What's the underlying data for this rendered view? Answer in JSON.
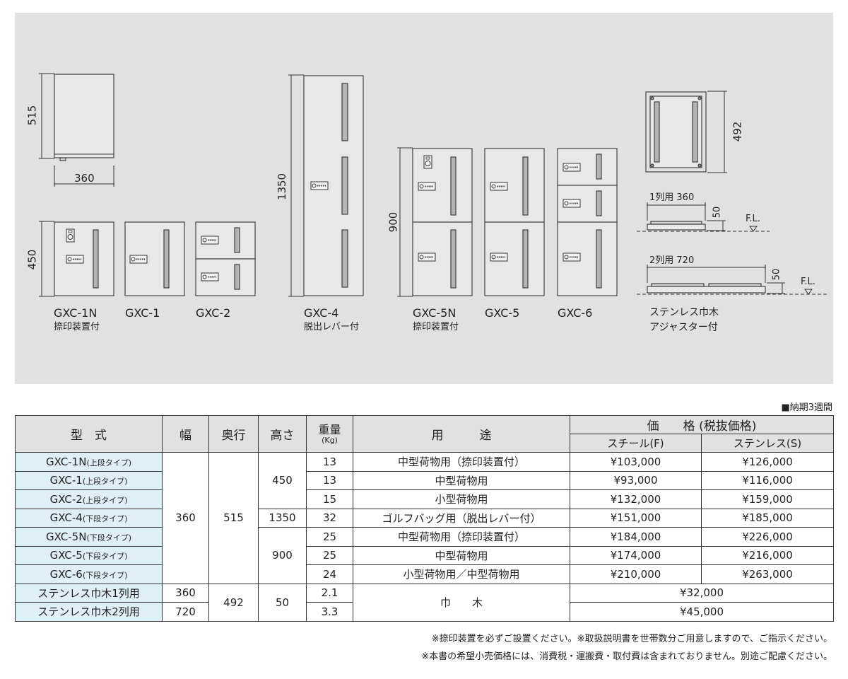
{
  "figure": {
    "units": [
      {
        "model": "GXC-1N",
        "note": "捺印装置付"
      },
      {
        "model": "GXC-1",
        "note": ""
      },
      {
        "model": "GXC-2",
        "note": ""
      },
      {
        "model": "GXC-4",
        "note": "脱出レバー付"
      },
      {
        "model": "GXC-5N",
        "note": "捺印装置付"
      },
      {
        "model": "GXC-5",
        "note": ""
      },
      {
        "model": "GXC-6",
        "note": ""
      }
    ],
    "baseboard": {
      "line1": "ステンレス巾木",
      "line2": "アジャスター付"
    },
    "dims": {
      "side_height": "515",
      "side_width": "360",
      "upper_height": "450",
      "tall_height": "1350",
      "lower_height": "900",
      "base_depth": "492",
      "base_1row": "1列用 360",
      "base_2row": "2列用 720",
      "base_h1": "50",
      "base_h2": "50",
      "fl": "F.L."
    }
  },
  "lead_time": "■納期3週間",
  "table": {
    "headers": {
      "model": "型　式",
      "width": "幅",
      "depth": "奥行",
      "height": "高さ",
      "weight": "重量",
      "weight_unit": "(Kg)",
      "use": "用　　　途",
      "price": "価　　格 (税抜価格)",
      "steel": "スチール(F)",
      "stainless": "ステンレス(S)"
    },
    "rows": [
      {
        "model": "GXC-1N",
        "type": "(上段タイプ)",
        "weight": "13",
        "use": "中型荷物用（捺印装置付）",
        "steel": "¥103,000",
        "stainless": "¥126,000"
      },
      {
        "model": "GXC-1",
        "type": "(上段タイプ)",
        "weight": "13",
        "use": "中型荷物用",
        "steel": "¥93,000",
        "stainless": "¥116,000"
      },
      {
        "model": "GXC-2",
        "type": "(上段タイプ)",
        "weight": "15",
        "use": "小型荷物用",
        "steel": "¥132,000",
        "stainless": "¥159,000"
      },
      {
        "model": "GXC-4",
        "type": "(下段タイプ)",
        "weight": "32",
        "use": "ゴルフバッグ用（脱出レバー付）",
        "steel": "¥151,000",
        "stainless": "¥185,000"
      },
      {
        "model": "GXC-5N",
        "type": "(下段タイプ)",
        "weight": "25",
        "use": "中型荷物用（捺印装置付）",
        "steel": "¥184,000",
        "stainless": "¥226,000"
      },
      {
        "model": "GXC-5",
        "type": "(下段タイプ)",
        "weight": "25",
        "use": "中型荷物用",
        "steel": "¥174,000",
        "stainless": "¥216,000"
      },
      {
        "model": "GXC-6",
        "type": "(下段タイプ)",
        "weight": "24",
        "use": "小型荷物用／中型荷物用",
        "steel": "¥210,000",
        "stainless": "¥263,000"
      }
    ],
    "merged": {
      "width": "360",
      "depth": "515",
      "height_upper": "450",
      "height_tall": "1350",
      "height_lower": "900"
    },
    "baseboard_rows": [
      {
        "model": "ステンレス巾木1列用",
        "width": "360",
        "weight": "2.1",
        "price": "¥32,000"
      },
      {
        "model": "ステンレス巾木2列用",
        "width": "720",
        "weight": "3.3",
        "price": "¥45,000"
      }
    ],
    "baseboard_merged": {
      "depth": "492",
      "height": "50",
      "use": "巾　　木"
    }
  },
  "footnotes": [
    "※捺印装置を必ずご設置ください。※取扱説明書を世帯数分ご用意しますので、ご指示ください。",
    "※本書の希望小売価格には、消費税・運搬費・取付費は含まれておりません。別途ご配慮ください。"
  ],
  "colors": {
    "panel_bg": "#e1e1e1",
    "box_fill": "#e8e8e8",
    "slot_fill": "#b4b4b4",
    "model_cell_bg": "#dfeff6",
    "header_bg": "#e1e1e1",
    "line": "#333333"
  }
}
